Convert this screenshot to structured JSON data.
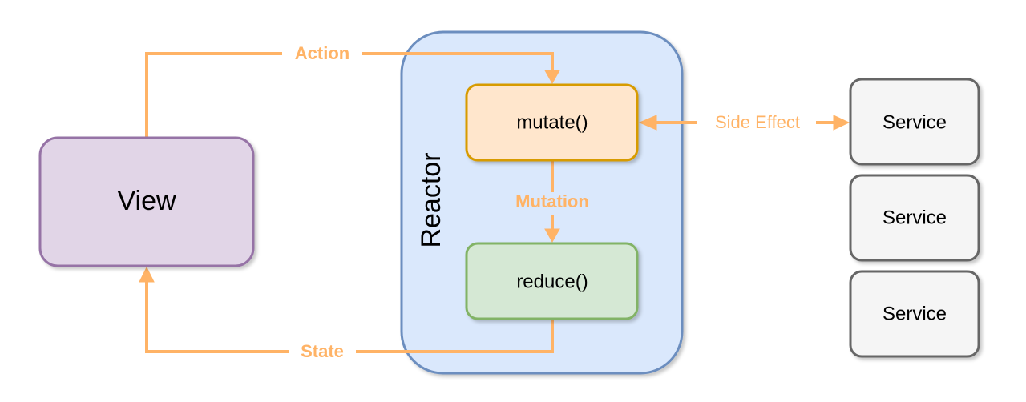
{
  "nodes": {
    "view": {
      "label": "View",
      "fill": "#e1d5e7",
      "stroke": "#9673a6"
    },
    "reactor": {
      "label": "Reactor",
      "fill": "#dae8fc",
      "stroke": "#6c8ebf"
    },
    "mutate": {
      "label": "mutate()",
      "fill": "#ffe6cc",
      "stroke": "#d79b00"
    },
    "reduce": {
      "label": "reduce()",
      "fill": "#d5e8d4",
      "stroke": "#82b366"
    },
    "services": [
      {
        "label": "Service"
      },
      {
        "label": "Service"
      },
      {
        "label": "Service"
      }
    ],
    "service_fill": "#f5f5f5",
    "service_stroke": "#666666"
  },
  "edges": {
    "action": "Action",
    "mutation": "Mutation",
    "state": "State",
    "side_effect": "Side Effect"
  },
  "colors": {
    "edge": "#ffb366"
  }
}
